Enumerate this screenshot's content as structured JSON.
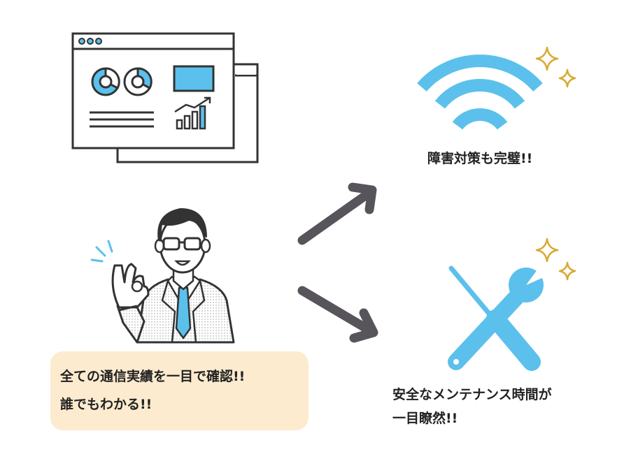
{
  "colors": {
    "accent_blue": "#5cc0ec",
    "outline": "#333333",
    "arrow": "#58545b",
    "sparkle": "#d8a932",
    "speech_bg": "#fdebcf"
  },
  "icons": {
    "dashboard": "dashboard-window-icon",
    "person": "businessman-ok-gesture-icon",
    "wifi": "wifi-icon",
    "tools": "wrench-screwdriver-icon",
    "sparkle": "sparkle-icon",
    "arrow": "arrow-icon"
  },
  "speech_bubble": {
    "line1": "全ての通信実績を一目で確認!!",
    "line2": "誰でもわかる!!"
  },
  "wifi_caption": "障害対策も完璧!!",
  "maintenance_caption": {
    "line1": "安全なメンテナンス時間が",
    "line2": "一目瞭然!!"
  }
}
